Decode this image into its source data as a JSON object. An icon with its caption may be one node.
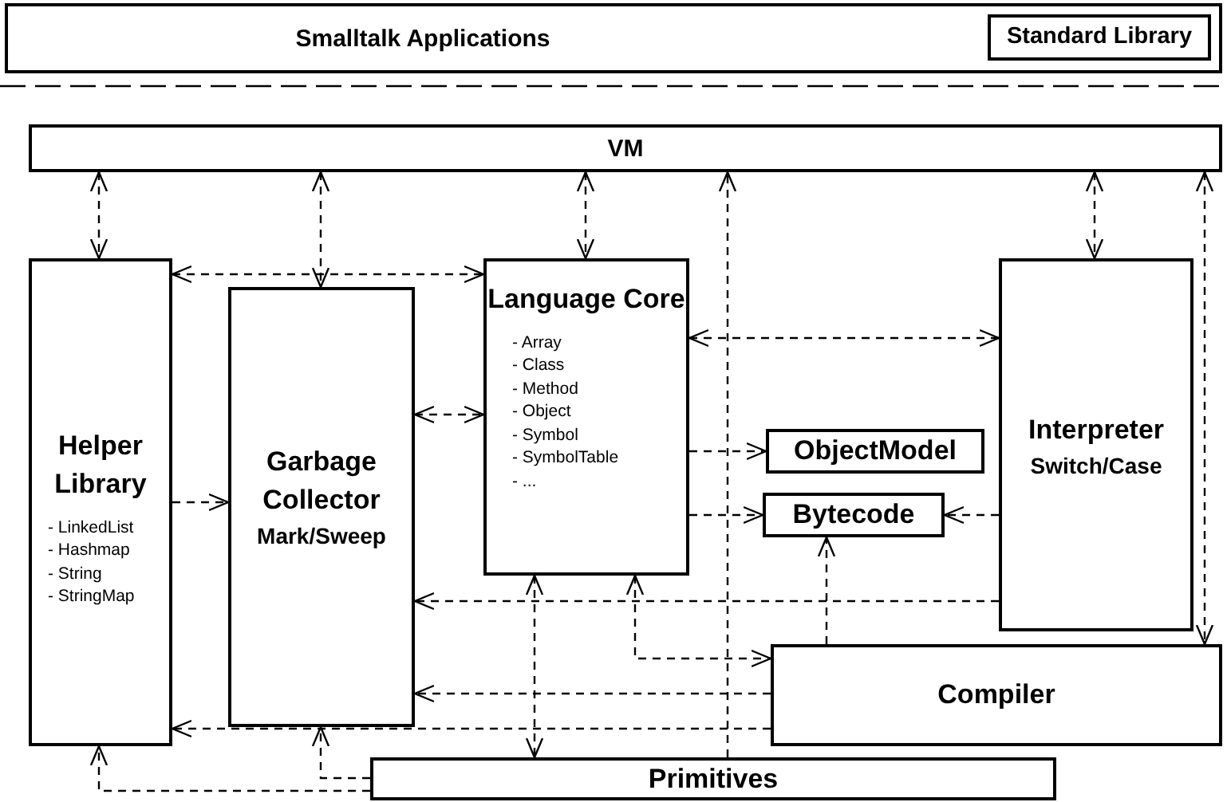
{
  "diagram": {
    "nodes": [
      {
        "text": [
          "Smalltalk Applications"
        ]
      },
      {
        "text": [
          "Standard Library"
        ],
        "in": 0
      },
      {
        "text": [
          "VM"
        ]
      },
      {
        "text": [
          "Helper Library",
          "- LinkedList",
          "- Hashmap",
          "- String",
          "- StringMap"
        ]
      },
      {
        "text": [
          "Garbage Collector",
          "Mark/Sweep"
        ]
      },
      {
        "text": [
          "Language Core",
          "- Array",
          "- Class",
          "- Method",
          "- Object",
          "- Symbol",
          "- SymbolTable",
          "- ..."
        ]
      },
      {
        "text": [
          "ObjectModel"
        ]
      },
      {
        "text": [
          "Bytecode"
        ]
      },
      {
        "text": [
          "Interpreter",
          "Switch/Case"
        ]
      },
      {
        "text": [
          "Compiler"
        ]
      },
      {
        "text": [
          "Primitives"
        ]
      }
    ],
    "edges": [
      {
        "from": 2,
        "to": 3,
        "arrow": "both",
        "style": "dashed"
      },
      {
        "from": 2,
        "to": 4,
        "arrow": "both",
        "style": "dashed"
      },
      {
        "from": 3,
        "to": 5,
        "arrow": "both",
        "style": "dashed"
      },
      {
        "from": 2,
        "to": 5,
        "arrow": "both",
        "style": "dashed"
      },
      {
        "from": 10,
        "to": 2,
        "arrow": "to",
        "style": "dashed"
      },
      {
        "from": 2,
        "to": 8,
        "arrow": "both",
        "style": "dashed"
      },
      {
        "from": 2,
        "to": 9,
        "arrow": "both",
        "style": "dashed"
      },
      {
        "from": 4,
        "to": 5,
        "arrow": "both",
        "style": "dashed"
      },
      {
        "from": 5,
        "to": 8,
        "arrow": "both",
        "style": "dashed"
      },
      {
        "from": 3,
        "to": 4,
        "arrow": "to",
        "style": "dashed"
      },
      {
        "from": 5,
        "to": 6,
        "arrow": "to",
        "style": "dashed"
      },
      {
        "from": 5,
        "to": 7,
        "arrow": "to",
        "style": "dashed"
      },
      {
        "from": 8,
        "to": 7,
        "arrow": "to",
        "style": "dashed"
      },
      {
        "from": 9,
        "to": 7,
        "arrow": "to",
        "style": "dashed"
      },
      {
        "from": 8,
        "to": 4,
        "arrow": "to",
        "style": "dashed"
      },
      {
        "from": 5,
        "to": 10,
        "arrow": "both",
        "style": "dashed"
      },
      {
        "from": 5,
        "to": 9,
        "arrow": "both",
        "style": "dashed"
      },
      {
        "from": 9,
        "to": 4,
        "arrow": "to",
        "style": "dashed"
      },
      {
        "from": 9,
        "to": 3,
        "arrow": "to",
        "style": "dashed"
      },
      {
        "from": 10,
        "to": 4,
        "arrow": "to",
        "style": "dashed"
      },
      {
        "from": 10,
        "to": 3,
        "arrow": "to",
        "style": "dashed"
      }
    ]
  }
}
